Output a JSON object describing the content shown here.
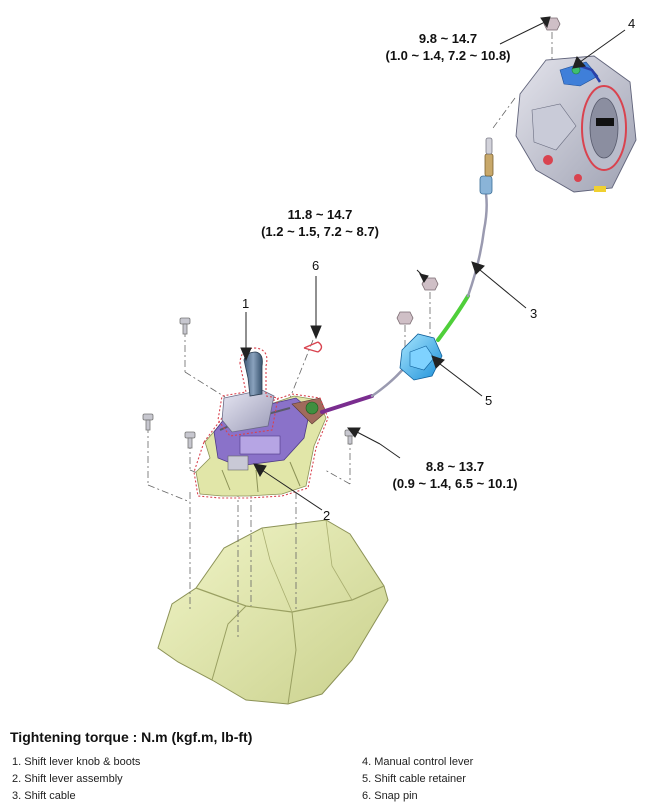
{
  "torque_specs": [
    {
      "nm": "9.8 ~ 14.7",
      "alt": "(1.0 ~ 1.4, 7.2 ~ 10.8)"
    },
    {
      "nm": "11.8 ~ 14.7",
      "alt": "(1.2 ~ 1.5, 7.2 ~ 8.7)"
    },
    {
      "nm": "8.8 ~ 13.7",
      "alt": "(0.9 ~ 1.4, 6.5 ~ 10.1)"
    }
  ],
  "callouts": [
    "1",
    "2",
    "3",
    "4",
    "5",
    "6"
  ],
  "legend": {
    "title": "Tightening torque : N.m (kgf.m, lb-ft)",
    "items": [
      "1. Shift lever knob & boots",
      "2. Shift lever assembly",
      "3. Shift cable",
      "4. Manual control lever",
      "5. Shift cable retainer",
      "6. Snap pin"
    ]
  }
}
